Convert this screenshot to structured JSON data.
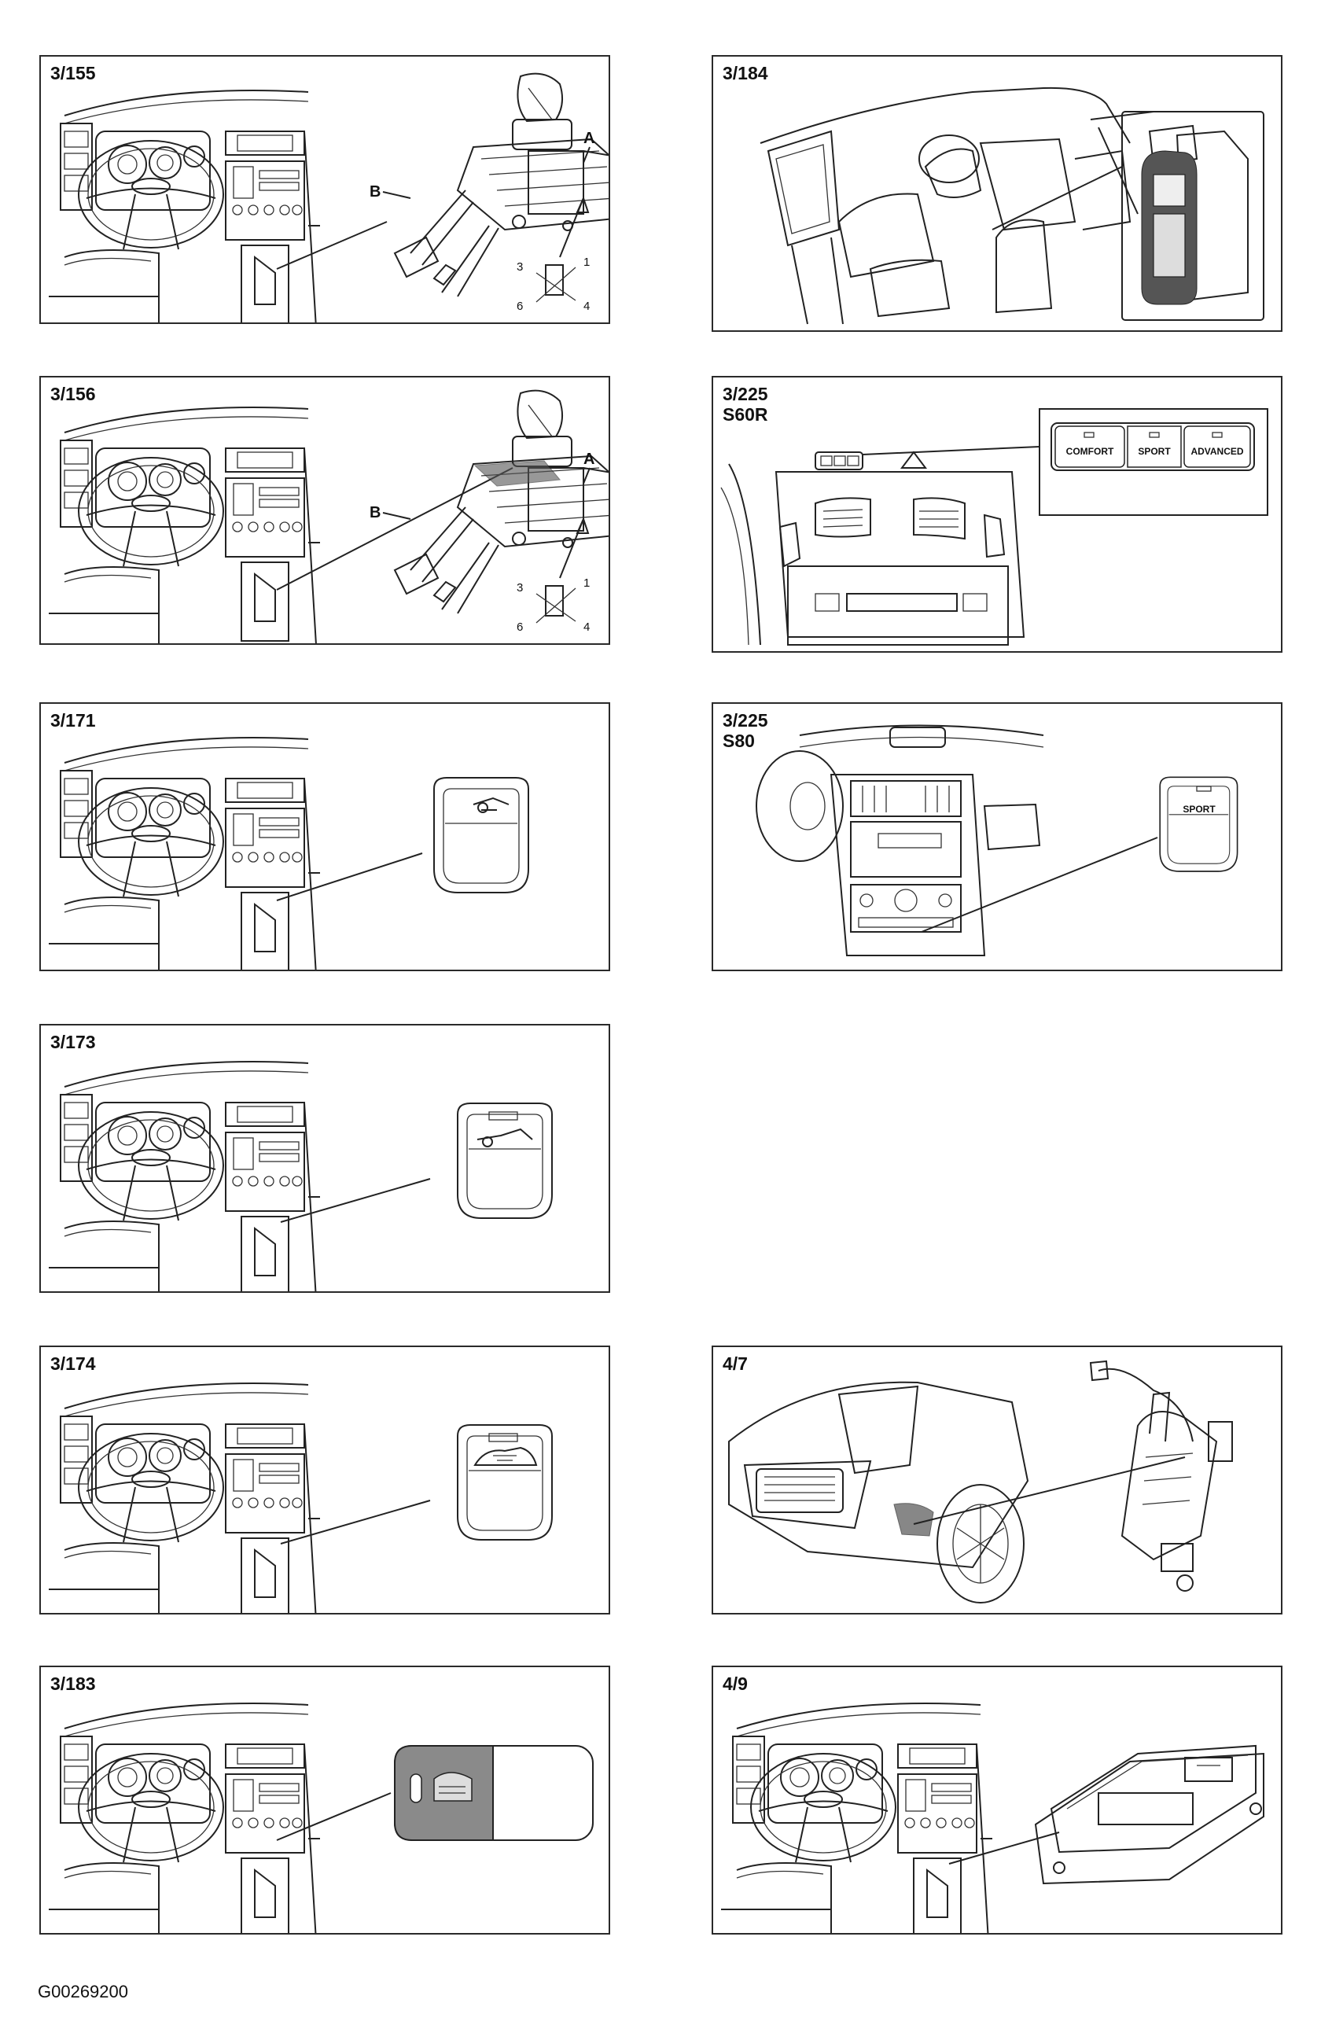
{
  "panels": [
    {
      "id": "3/155",
      "label": "3/155",
      "callouts": [
        "A",
        "B"
      ],
      "pins": [
        "3",
        "1",
        "6",
        "4"
      ]
    },
    {
      "id": "3/156",
      "label": "3/156",
      "callouts": [
        "A",
        "B"
      ],
      "pins": [
        "3",
        "1",
        "6",
        "4"
      ]
    },
    {
      "id": "3/171",
      "label": "3/171"
    },
    {
      "id": "3/173",
      "label": "3/173"
    },
    {
      "id": "3/174",
      "label": "3/174"
    },
    {
      "id": "3/183",
      "label": "3/183"
    },
    {
      "id": "3/184",
      "label": "3/184"
    },
    {
      "id": "3/225-s60r",
      "label": "3/225\nS60R",
      "buttons": [
        "COMFORT",
        "SPORT",
        "ADVANCED"
      ]
    },
    {
      "id": "3/225-s80",
      "label": "3/225\nS80",
      "buttons": [
        "SPORT"
      ]
    },
    {
      "id": "4/7",
      "label": "4/7"
    },
    {
      "id": "4/9",
      "label": "4/9"
    }
  ],
  "footer": {
    "code": "G00269200"
  }
}
